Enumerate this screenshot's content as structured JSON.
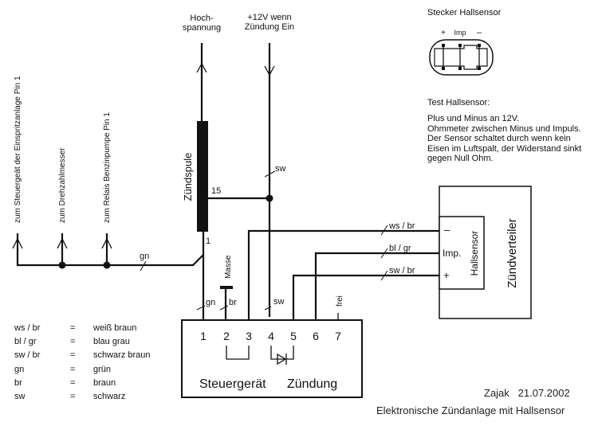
{
  "title": "Elektronische Zündanlage mit Hallsensor",
  "author": "Zajak",
  "date": "21.07.2002",
  "top_labels": {
    "hochspannung": [
      "Hoch-",
      "spannung"
    ],
    "plus12v": [
      "+12V wenn",
      "Zündung Ein"
    ]
  },
  "outputs": [
    "zum Steuergeät der Einspritzanlage Pin 1",
    "zum Drehzahlmesser",
    "zum Relais Benzinpumpe Pin 1"
  ],
  "coil": {
    "label": "Zündspule",
    "terminal_15": "15",
    "terminal_1": "1"
  },
  "masse_label": "Masse",
  "frei_label": "frei",
  "wire_labels": {
    "gn_horizontal": "gn",
    "sw_vertical": "sw",
    "gn_pin1": "gn",
    "br_pin2": "br",
    "sw_pin4": "sw",
    "ws_br": "ws / br",
    "bl_gr": "bl / gr",
    "sw_br": "sw / br"
  },
  "control_unit": {
    "label_left": "Steuergerät",
    "label_right": "Zündung",
    "pins": [
      "1",
      "2",
      "3",
      "4",
      "5",
      "6",
      "7"
    ]
  },
  "distributor": {
    "label": "Zündverteiler",
    "sensor_label": "Hallsensor",
    "terminals": [
      "–",
      "Imp.",
      "+"
    ]
  },
  "connector": {
    "title": "Stecker Hallsensor",
    "pins": [
      "+",
      "Imp",
      "–"
    ]
  },
  "test": {
    "title": "Test Hallsensor:",
    "lines": [
      "Plus und Minus an 12V.",
      "Ohmmeter zwischen Minus und Impuls.",
      "Der Sensor schaltet durch wenn kein",
      "Eisen im Luftspalt, der Widerstand sinkt",
      "gegen Null Ohm."
    ]
  },
  "legend": [
    {
      "code": "ws / br",
      "eq": "=",
      "meaning": "weiß braun"
    },
    {
      "code": "bl / gr",
      "eq": "=",
      "meaning": "blau grau"
    },
    {
      "code": "sw / br",
      "eq": "=",
      "meaning": "schwarz braun"
    },
    {
      "code": "gn",
      "eq": "=",
      "meaning": "grün"
    },
    {
      "code": "br",
      "eq": "=",
      "meaning": "braun"
    },
    {
      "code": "sw",
      "eq": "=",
      "meaning": "schwarz"
    }
  ]
}
